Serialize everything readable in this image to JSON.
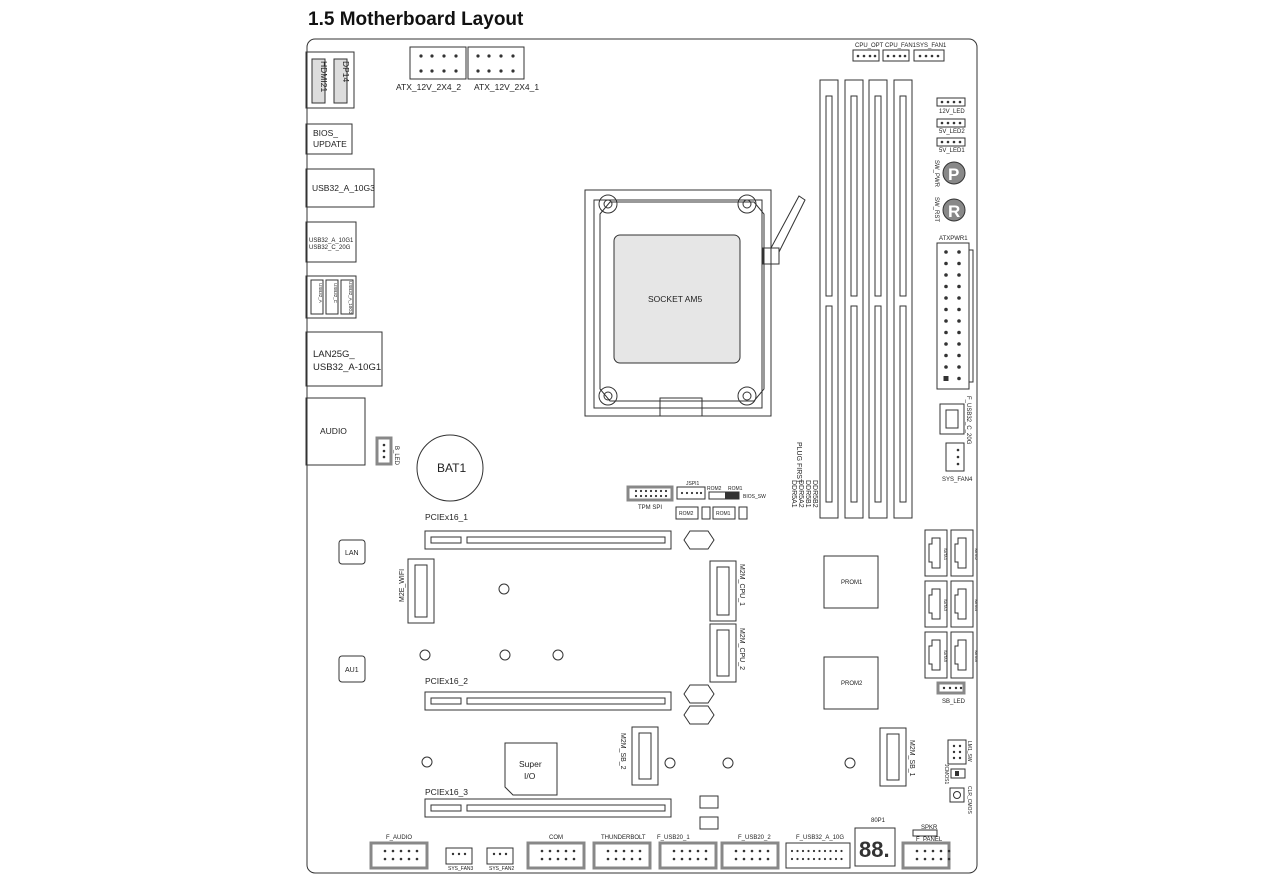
{
  "page_title": "1.5 Motherboard Layout",
  "io": {
    "hdmi": "HDMI21",
    "dp": "DP14",
    "bios_update_1": "BIOS_",
    "bios_update_2": "UPDATE",
    "usb_10g3": "USB32_A_10G3",
    "usb_a_10g1": "USB32_A_10G1",
    "usb_c_20g": "USB32_C_20G",
    "usb_stack_a": "USB32_A",
    "usb_stack_b": "USB32_C",
    "usb_stack_c": "USB32_A_10G2",
    "lan_1": "LAN25G_",
    "lan_2": "USB32_A-10G1",
    "audio": "AUDIO"
  },
  "labels": {
    "atx_12v_2": "ATX_12V_2X4_2",
    "atx_12v_1": "ATX_12V_2X4_1",
    "cpu_opt": "CPU_OPT",
    "cpu_fan1": "CPU_FAN1",
    "sys_fan1": "SYS_FAN1",
    "led_12v": "12V_LED",
    "led_5v2": "5V_LED2",
    "led_5v1": "5V_LED1",
    "sw_pwr": "SW_PWR",
    "sw_rst": "SW_RST",
    "p_glyph": "P",
    "r_glyph": "R",
    "atxpwr1": "ATXPWR1",
    "f_usb32_c": "F_USB32_C_20G",
    "sys_fan4": "SYS_FAN4",
    "socket": "SOCKET AM5",
    "bat1": "BAT1",
    "b_led": "B_LED",
    "tpm": "TPM SPI",
    "jspi1": "JSPI1",
    "rom2a": "ROM2",
    "rom1a": "ROM1",
    "bios_sw": "BIOS_SW",
    "rom2b": "ROM2",
    "rom1b": "ROM1",
    "plug_first": "PLUG FIRST",
    "ddr5b2": "DDR5B2",
    "ddr5b1": "DDR5B1",
    "ddr5a2": "DDR5A2",
    "ddr5a1": "DDR5A1",
    "pciex16_1": "PCIEx16_1",
    "pciex16_2": "PCIEx16_2",
    "pciex16_3": "PCIEx16_3",
    "lan": "LAN",
    "au1": "AU1",
    "m2e_wifi": "M2E_WIFI",
    "m2m_cpu_1": "M2M_CPU_1",
    "m2m_cpu_2": "M2M_CPU_2",
    "m2m_sb_2": "M2M_SB_2",
    "m2m_sb_1": "M2M_SB_1",
    "prom1": "PROM1",
    "prom2": "PROM2",
    "super_io_1": "Super",
    "super_io_2": "I/O",
    "sata_1": "SATA1",
    "sata_2": "SATA2",
    "sata_3": "SATA3",
    "sata_4": "SATA4",
    "sata_5": "SATA5",
    "sata_6": "SATA6",
    "sb_led": "SB_LED",
    "lm1_sw": "LM1_SW",
    "jcmos1": "JCMOS1",
    "clr_cmos": "CLR_CMOS",
    "f_audio": "F_AUDIO",
    "sys_fan3": "SYS_FAN3",
    "sys_fan2": "SYS_FAN2",
    "com": "COM",
    "thunderbolt": "THUNDERBOLT",
    "f_usb20_1": "F_USB20_1",
    "f_usb20_2": "F_USB20_2",
    "f_usb32_a": "F_USB32_A_10G",
    "bop1": "80P1",
    "debug_digits": "88.",
    "spkr": "SPKR",
    "f_panel": "F_PANEL"
  }
}
